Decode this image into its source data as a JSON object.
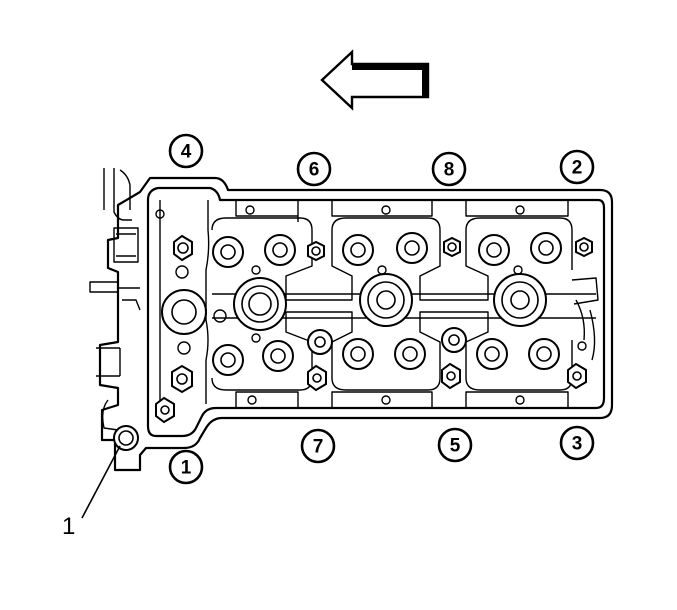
{
  "direction_arrow": {
    "icon": "left-arrow-icon"
  },
  "callout": {
    "label": "1"
  },
  "sequence_labels": [
    "1",
    "2",
    "3",
    "4",
    "5",
    "6",
    "7",
    "8"
  ]
}
